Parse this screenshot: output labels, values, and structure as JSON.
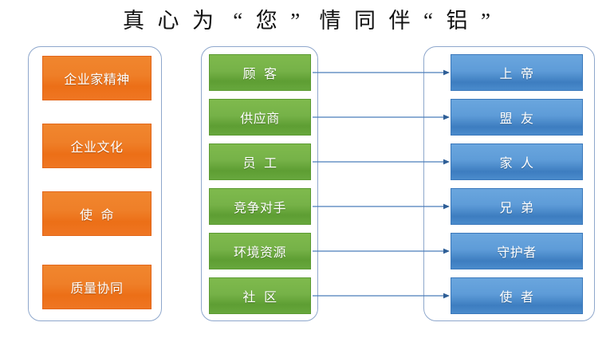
{
  "slide": {
    "title": "真  心  为   “  您  ”   情  同  伴  “  铝  ”",
    "background": "#ffffff"
  },
  "colors": {
    "orange": "#ED7D31",
    "green": "#70AD47",
    "blue": "#5B9BD5",
    "panel_border": "#8EA7CC",
    "connector": "#4A7EBB",
    "title_text": "#111111",
    "chip_text": "#FFFFFF"
  },
  "left_panel": {
    "name": "core-values-panel",
    "items": [
      {
        "label": "企业家精神"
      },
      {
        "label": "企业文化"
      },
      {
        "label": "使  命"
      },
      {
        "label": "质量协同"
      }
    ]
  },
  "middle_panel": {
    "name": "stakeholders-panel",
    "items": [
      {
        "label": "顾  客"
      },
      {
        "label": "供应商"
      },
      {
        "label": "员  工"
      },
      {
        "label": "竞争对手"
      },
      {
        "label": "环境资源"
      },
      {
        "label": "社  区"
      }
    ]
  },
  "right_panel": {
    "name": "roles-panel",
    "items": [
      {
        "label": "上  帝"
      },
      {
        "label": "盟  友"
      },
      {
        "label": "家  人"
      },
      {
        "label": "兄  弟"
      },
      {
        "label": "守护者"
      },
      {
        "label": "使  者"
      }
    ]
  },
  "connectors": [
    {
      "from": "顾  客",
      "to": "上  帝"
    },
    {
      "from": "供应商",
      "to": "盟  友"
    },
    {
      "from": "员  工",
      "to": "家  人"
    },
    {
      "from": "竞争对手",
      "to": "兄  弟"
    },
    {
      "from": "环境资源",
      "to": "守护者"
    },
    {
      "from": "社  区",
      "to": "使  者"
    }
  ]
}
